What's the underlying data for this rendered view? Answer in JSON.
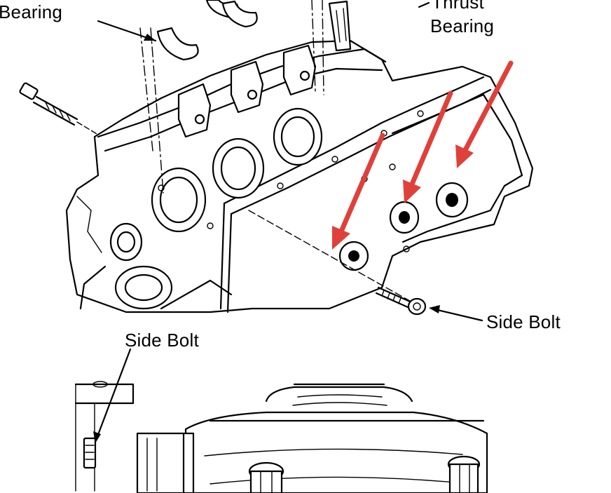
{
  "labels": {
    "bearing": "Bearing",
    "thrust_line1": "Thrust",
    "thrust_line2": "Bearing",
    "side_bolt_top": "Side Bolt",
    "side_bolt_bottom": "Side Bolt"
  },
  "colors": {
    "background": "#ffffff",
    "line_art": "#000000",
    "arrow_annotation": "#e0403a"
  },
  "annotations": {
    "red_arrow_count": 3
  }
}
